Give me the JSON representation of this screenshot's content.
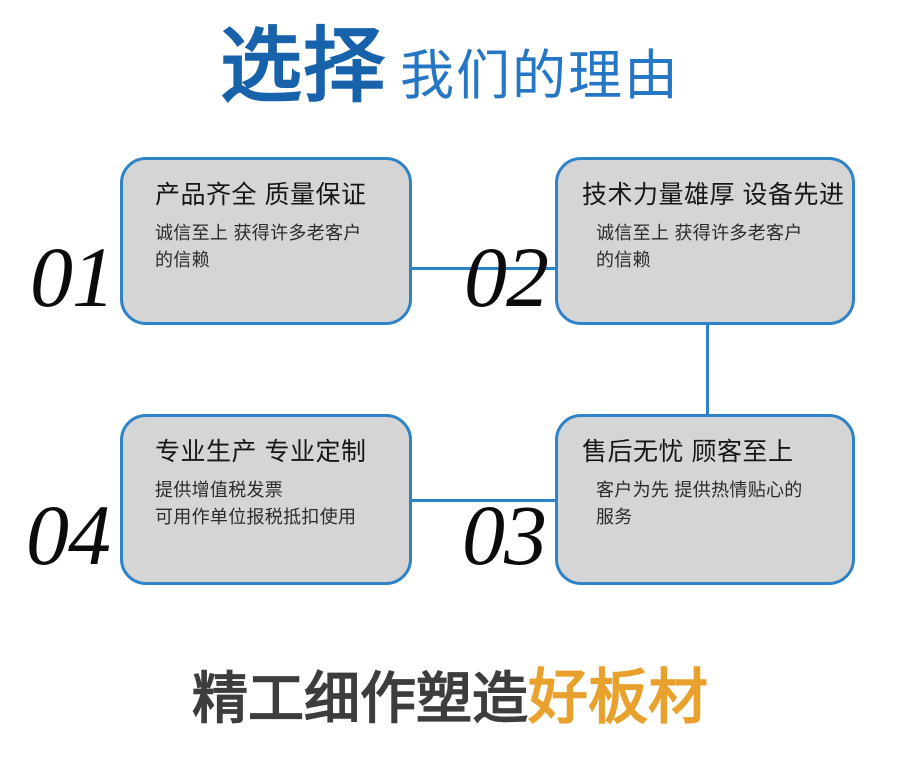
{
  "header": {
    "strong_text": "选择",
    "light_text": "我们的理由",
    "strong_color": "#1862ab",
    "light_color": "#2576c4"
  },
  "cards": [
    {
      "number": "01",
      "title": "产品齐全 质量保证",
      "body_lines": [
        "诚信至上 获得许多老客户",
        "的信赖"
      ]
    },
    {
      "number": "02",
      "title": "技术力量雄厚 设备先进",
      "body_lines": [
        "诚信至上 获得许多老客户",
        "的信赖"
      ]
    },
    {
      "number": "03",
      "title": "售后无忧 顾客至上",
      "body_lines": [
        "客户为先 提供热情贴心的",
        "服务"
      ]
    },
    {
      "number": "04",
      "title": "专业生产 专业定制",
      "body_lines": [
        "提供增值税发票",
        "可用作单位报税抵扣使用"
      ]
    }
  ],
  "footer": {
    "dark_text": "精工细作塑造",
    "accent_text": "好板材",
    "dark_color": "#3d3d3d",
    "accent_color": "#e8a12c"
  },
  "theme": {
    "card_fill": "#d5d5d5",
    "card_border": "#2d82c8",
    "connector_color": "#2d82c8",
    "background": "#ffffff"
  }
}
